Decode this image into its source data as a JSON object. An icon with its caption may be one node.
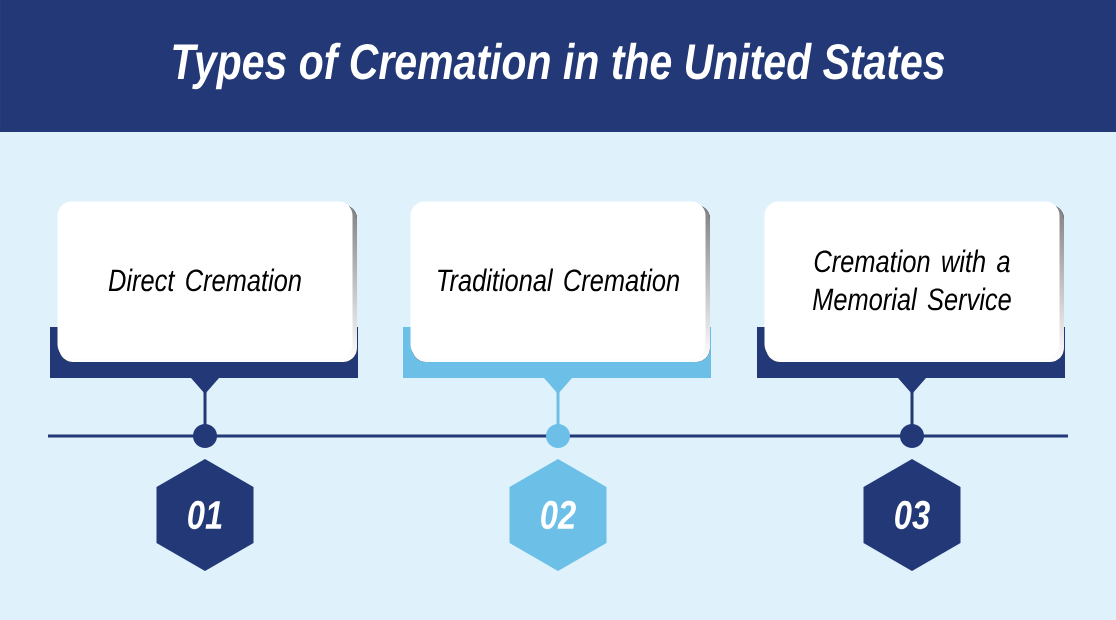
{
  "diagram": {
    "title": "Types of Cremation in the United States",
    "nodes": [
      {
        "text": [
          "Direct Cremation"
        ]
      },
      {
        "text": [
          "Traditional Cremation"
        ]
      },
      {
        "text": [
          "Cremation with a Memorial Service"
        ]
      },
      {
        "text": [
          "01"
        ]
      },
      {
        "text": [
          "02"
        ]
      },
      {
        "text": [
          "03"
        ]
      }
    ]
  }
}
